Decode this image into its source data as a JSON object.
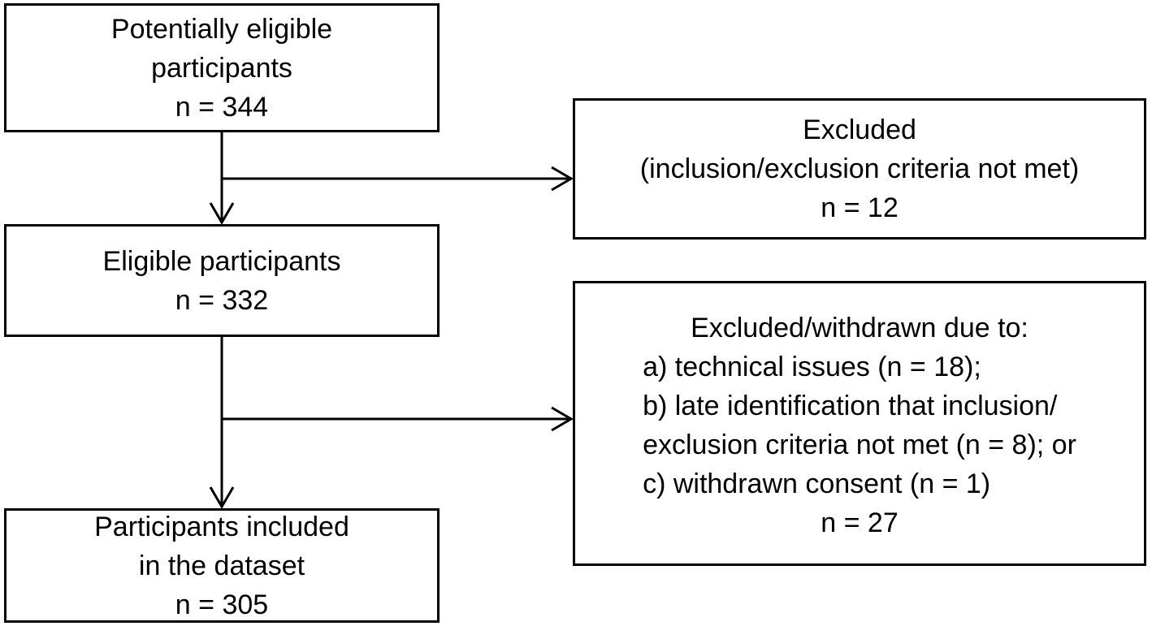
{
  "boxes": {
    "potential": {
      "lines": [
        "Potentially eligible",
        "participants",
        "n = 344"
      ]
    },
    "excluded1": {
      "lines": [
        "Excluded",
        "(inclusion/exclusion criteria not met)",
        "n = 12"
      ]
    },
    "eligible": {
      "lines": [
        "Eligible participants",
        "n = 332"
      ]
    },
    "excluded2": {
      "heading": "Excluded/withdrawn due to:",
      "reasons": [
        "a) technical issues (n = 18);",
        "b) late identification that inclusion/",
        "exclusion criteria not met (n = 8); or",
        "c) withdrawn consent (n = 1)"
      ],
      "total": "n = 27"
    },
    "included": {
      "lines": [
        "Participants included",
        "in the dataset",
        "n = 305"
      ]
    }
  },
  "style": {
    "stroke_color": "#000000",
    "background": "#ffffff"
  }
}
